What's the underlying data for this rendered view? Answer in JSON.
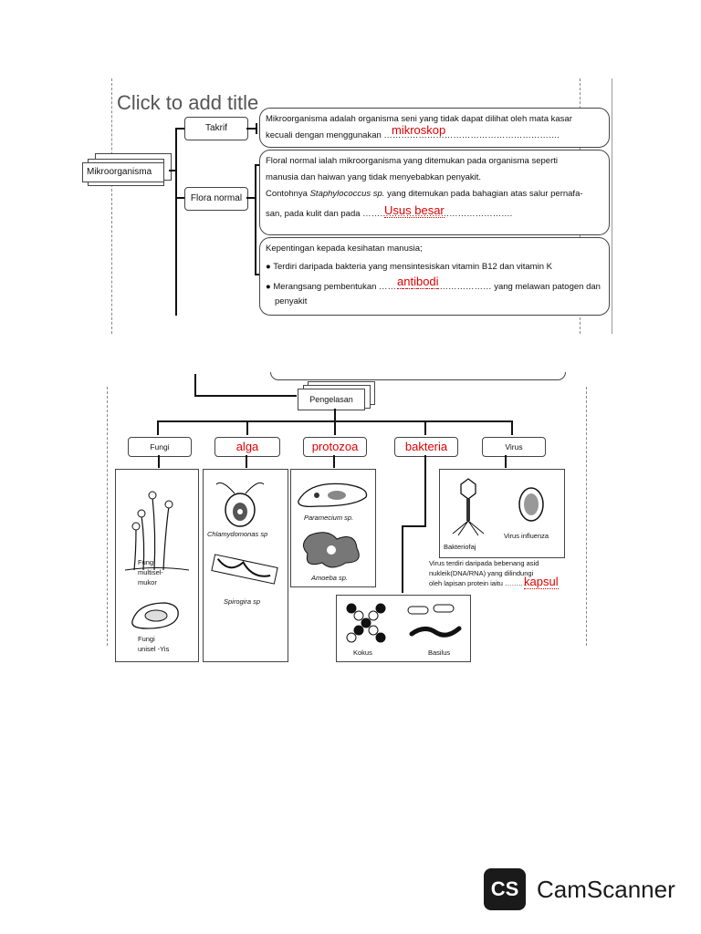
{
  "slide": {
    "title": "Click to add title",
    "root": "Mikroorganisma",
    "takrif_label": "Takrif",
    "takrif_line1": "Mikroorganisma adalah organisma seni yang tidak dapat dilihat oleh mata kasar",
    "takrif_line2": "kecuali dengan menggunakan …………………………………………………….",
    "takrif_answer": "mikroskop",
    "flora_label": "Flora normal",
    "flora_line1": "Floral normal ialah mikroorganisma yang ditemukan pada organisma seperti",
    "flora_line2": "manusia  dan  haiwan  yang  tidak  menyebabkan  penyakit.",
    "flora_line3a": "Contohnya ",
    "flora_line3b": "Staphylococcus sp.",
    "flora_line3c": " yang ditemukan pada bahagian atas salur pernafa-",
    "flora_line4": "san, pada kulit  dan pada …………………………………………….",
    "flora_answer": "Usus besar",
    "kep_line1": "Kepentingan kepada kesihatan manusia;",
    "kep_bullet1": "Terdiri daripada bakteria yang mensintesiskan vitamin B12 dan vitamin K",
    "kep_bullet2a": "Merangsang pembentukan ………………………………… yang melawan patogen dan",
    "kep_bullet2b": "penyakit",
    "kep_answer": "antibodi"
  },
  "classification": {
    "root": "Pengelasan",
    "categories": [
      "Fungi",
      "alga",
      "protozoa",
      "bakteria",
      "Virus"
    ],
    "fungi_caption1a": "Fungi",
    "fungi_caption1b": "multisel-",
    "fungi_caption1c": "mukor",
    "fungi_caption2a": "Fungi",
    "fungi_caption2b": "unisel -Yis",
    "alga_caption1": "Chlamydomonas sp",
    "alga_caption2": "Spirogira sp",
    "proto_caption1": "Paramecium sp.",
    "proto_caption2": "Amoeba sp.",
    "virus_caption1": "Bakteriofaj",
    "virus_caption2": "Virus influenza",
    "virus_note1": "Virus terdiri daripada bebenang asid",
    "virus_note2": "nukleik(DNA/RNA) yang dilindungi",
    "virus_note3": "oleh lapisan protein iaitu …………",
    "virus_answer": "kapsul",
    "bakteria_caption1": "Kokus",
    "bakteria_caption2": "Basilus"
  },
  "watermark": {
    "logo": "CS",
    "brand": "CamScanner",
    "color": "#1a1a1a"
  }
}
